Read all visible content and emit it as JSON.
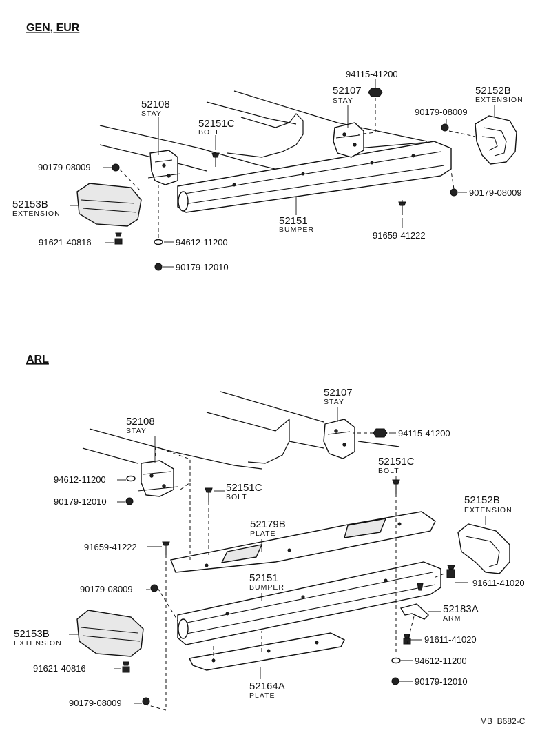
{
  "sections": {
    "gen": {
      "heading": "GEN, EUR",
      "stay_left": {
        "number": "52108",
        "name": "STAY"
      },
      "stay_right": {
        "number": "52107",
        "name": "STAY"
      },
      "bolt": {
        "number": "52151C",
        "name": "BOLT"
      },
      "extension_right": {
        "number": "52152B",
        "name": "EXTENSION"
      },
      "extension_left": {
        "number": "52153B",
        "name": "EXTENSION"
      },
      "bumper": {
        "number": "52151",
        "name": "BUMPER"
      },
      "hardware": {
        "nut_top": "94115-41200",
        "nut_right_upper": "90179-08009",
        "nut_right_lower": "90179-08009",
        "nut_left": "90179-08009",
        "bolt_left": "91621-40816",
        "washer": "94612-11200",
        "nut_bottom": "90179-12010",
        "bolt_center": "91659-41222"
      }
    },
    "arl": {
      "heading": "ARL",
      "stay_right": {
        "number": "52107",
        "name": "STAY"
      },
      "stay_left": {
        "number": "52108",
        "name": "STAY"
      },
      "bolt_left": {
        "number": "52151C",
        "name": "BOLT"
      },
      "bolt_right": {
        "number": "52151C",
        "name": "BOLT"
      },
      "plate_upper": {
        "number": "52179B",
        "name": "PLATE"
      },
      "bumper": {
        "number": "52151",
        "name": "BUMPER"
      },
      "extension_right": {
        "number": "52152B",
        "name": "EXTENSION"
      },
      "extension_left": {
        "number": "52153B",
        "name": "EXTENSION"
      },
      "arm": {
        "number": "52183A",
        "name": "ARM"
      },
      "plate_lower": {
        "number": "52164A",
        "name": "PLATE"
      },
      "hardware": {
        "nut_stay_right": "94115-41200",
        "washer_stay_left": "94612-11200",
        "nut_stay_left": "90179-12010",
        "bolt_plate": "91659-41222",
        "nut_left_mid": "90179-08009",
        "bolt_ext_left": "91621-40816",
        "nut_left_bottom": "90179-08009",
        "bolt_ext_right": "91611-41020",
        "bolt_arm": "91611-41020",
        "washer_bottom": "94612-11200",
        "nut_bottom": "90179-12010"
      }
    }
  },
  "figure_code": "MB  B682-C"
}
